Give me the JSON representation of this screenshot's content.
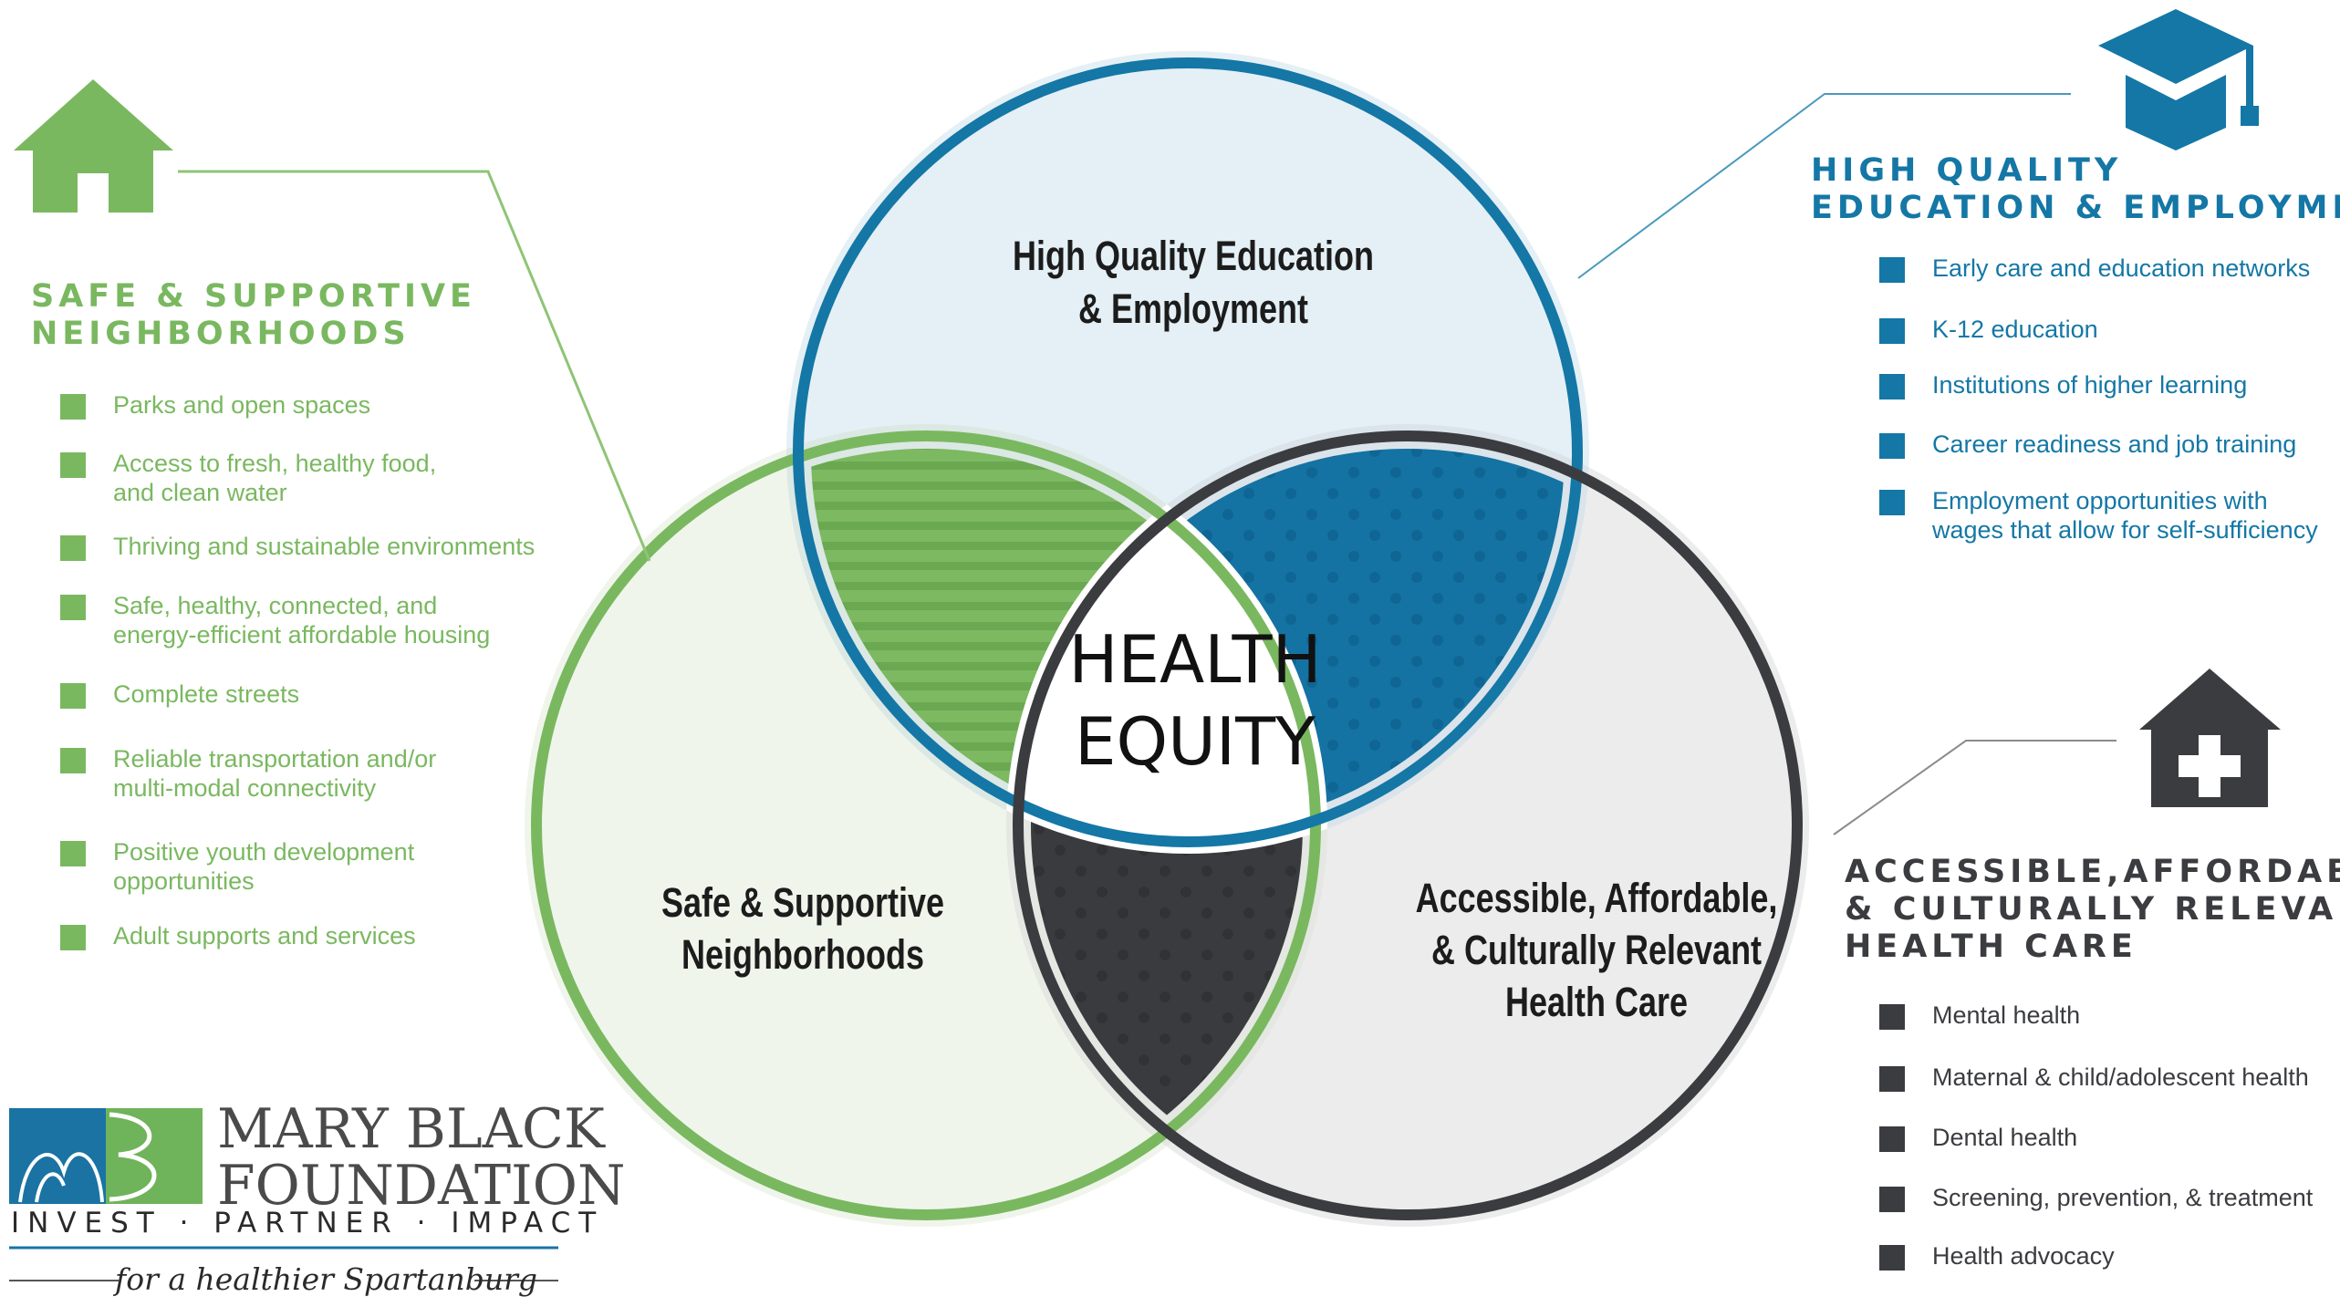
{
  "diagram": {
    "center": [
      "HEALTH",
      "EQUITY"
    ],
    "circles": {
      "education": [
        "High Quality Education",
        "& Employment"
      ],
      "neighborhoods": [
        "Safe & Supportive",
        "Neighborhoods"
      ],
      "health_care": [
        "Accessible, Affordable,",
        "& Culturally Relevant",
        "Health Care"
      ]
    }
  },
  "panels": {
    "neighborhoods": {
      "icon": "house-icon",
      "color": "#7ab860",
      "title": [
        "SAFE & SUPPORTIVE",
        "NEIGHBORHOODS"
      ],
      "items": [
        [
          "Parks and open spaces"
        ],
        [
          "Access to fresh, healthy food,",
          "and clean water"
        ],
        [
          "Thriving and sustainable environments"
        ],
        [
          "Safe, healthy, connected, and",
          "energy-efficient affordable housing"
        ],
        [
          "Complete streets"
        ],
        [
          "Reliable transportation and/or",
          "multi-modal connectivity"
        ],
        [
          "Positive youth development",
          "opportunities"
        ],
        [
          "Adult supports and services"
        ]
      ]
    },
    "education": {
      "icon": "graduation-cap-icon",
      "color": "#1477a6",
      "title": [
        "HIGH QUALITY",
        "EDUCATION & EMPLOYMENT"
      ],
      "items": [
        [
          "Early care and education networks"
        ],
        [
          "K-12 education"
        ],
        [
          "Institutions of higher learning"
        ],
        [
          "Career readiness and job training"
        ],
        [
          "Employment opportunities with",
          "wages that allow for self-sufficiency"
        ]
      ]
    },
    "health_care": {
      "icon": "medical-house-icon",
      "color": "#3b3c40",
      "title": [
        "ACCESSIBLE,AFFORDABLE,",
        "& CULTURALLY RELEVANT",
        "HEALTH CARE"
      ],
      "items": [
        [
          "Mental health"
        ],
        [
          "Maternal & child/adolescent health"
        ],
        [
          "Dental health"
        ],
        [
          "Screening, prevention, & treatment"
        ],
        [
          "Health advocacy"
        ]
      ]
    }
  },
  "logo": {
    "name": [
      "MARY BLACK",
      "FOUNDATION"
    ],
    "tagline": "INVEST · PARTNER · IMPACT",
    "script": "for a healthier Spartanburg"
  }
}
